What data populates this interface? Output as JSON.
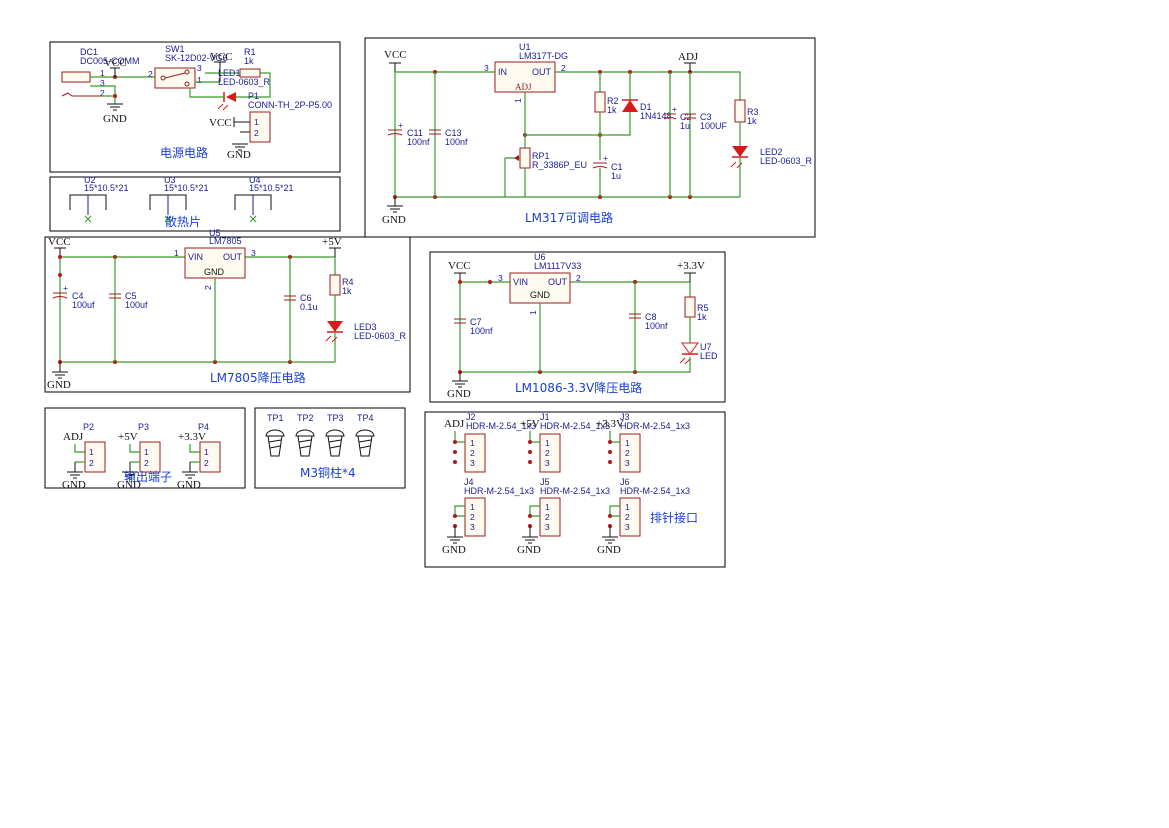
{
  "blocks": {
    "power": {
      "title": "电源电路",
      "dc1_ref": "DC1",
      "dc1_val": "DC005-COMM",
      "sw1_ref": "SW1",
      "sw1_val": "SK-12D02-VG6",
      "r1_ref": "R1",
      "r1_val": "1k",
      "led1_ref": "LED1",
      "led1_val": "LED-0603_R",
      "p1_ref": "P1",
      "p1_val": "CONN-TH_2P-P5.00",
      "vcc": "VCC",
      "gnd": "GND"
    },
    "heatsink": {
      "title": "散热片",
      "items": [
        {
          "ref": "U2",
          "val": "15*10.5*21"
        },
        {
          "ref": "U3",
          "val": "15*10.5*21"
        },
        {
          "ref": "U4",
          "val": "15*10.5*21"
        }
      ]
    },
    "lm317": {
      "title": "LM317可调电路",
      "u1_ref": "U1",
      "u1_val": "LM317T-DG",
      "u1_in": "IN",
      "u1_out": "OUT",
      "u1_adj": "ADJ",
      "vcc": "VCC",
      "adj": "ADJ",
      "gnd": "GND",
      "c11_ref": "C11",
      "c11_val": "100nf",
      "c13_ref": "C13",
      "c13_val": "100nf",
      "r2_ref": "R2",
      "r2_val": "1k",
      "d1_ref": "D1",
      "d1_val": "1N4148",
      "c2_ref": "C2",
      "c2_val": "1u",
      "c3_ref": "C3",
      "c3_val": "100UF",
      "r3_ref": "R3",
      "r3_val": "1k",
      "led2_ref": "LED2",
      "led2_val": "LED-0603_R",
      "rp1_ref": "RP1",
      "rp1_val": "R_3386P_EU",
      "c1_ref": "C1",
      "c1_val": "1u"
    },
    "lm7805": {
      "title": "LM7805降压电路",
      "u5_ref": "U5",
      "u5_val": "LM7805",
      "vin": "VIN",
      "out": "OUT",
      "gnd_label": "GND",
      "vcc": "VCC",
      "p5v": "+5V",
      "gnd": "GND",
      "c4_ref": "C4",
      "c4_val": "100uf",
      "c5_ref": "C5",
      "c5_val": "100uf",
      "c6_ref": "C6",
      "c6_val": "0.1u",
      "r4_ref": "R4",
      "r4_val": "1k",
      "led3_ref": "LED3",
      "led3_val": "LED-0603_R"
    },
    "lm1086": {
      "title": "LM1086-3.3V降压电路",
      "u6_ref": "U6",
      "u6_val": "LM1117V33",
      "vin": "VIN",
      "out": "OUT",
      "gnd_label": "GND",
      "vcc": "VCC",
      "p33v": "+3.3V",
      "gnd": "GND",
      "c7_ref": "C7",
      "c7_val": "100nf",
      "c8_ref": "C8",
      "c8_val": "100nf",
      "r5_ref": "R5",
      "r5_val": "1k",
      "u7_ref": "U7",
      "u7_val": "LED"
    },
    "output": {
      "title": "输出端子",
      "items": [
        {
          "ref": "P2",
          "net": "ADJ"
        },
        {
          "ref": "P3",
          "net": "+5V"
        },
        {
          "ref": "P4",
          "net": "+3.3V"
        }
      ],
      "gnd": "GND"
    },
    "standoffs": {
      "title": "M3铜柱*4",
      "items": [
        "TP1",
        "TP2",
        "TP3",
        "TP4"
      ]
    },
    "headers": {
      "title": "排针接口",
      "val": "HDR-M-2.54_1x3",
      "top": [
        {
          "ref": "J2",
          "net": "ADJ"
        },
        {
          "ref": "J1",
          "net": "+5V"
        },
        {
          "ref": "J3",
          "net": "+3.3V"
        }
      ],
      "bottom": [
        "J4",
        "J5",
        "J6"
      ],
      "gnd": "GND"
    }
  },
  "pin_numbers": {
    "one": "1",
    "two": "2",
    "three": "3"
  }
}
